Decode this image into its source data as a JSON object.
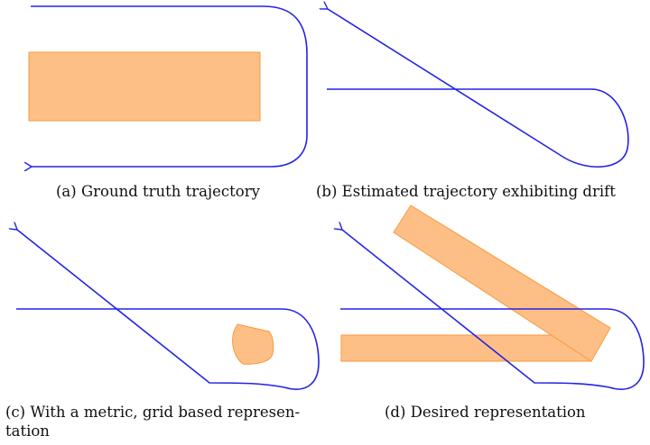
{
  "colors": {
    "trajectory": "#2323e6",
    "map_fill": "#fdbf85",
    "map_stroke": "#f79a3e"
  },
  "captions": {
    "a": "(a) Ground truth trajectory",
    "b": "(b) Estimated trajectory exhibiting drift",
    "c_line1": "(c) With a metric, grid based represen-",
    "c_line2": "tation",
    "d": "(d) Desired representation"
  }
}
